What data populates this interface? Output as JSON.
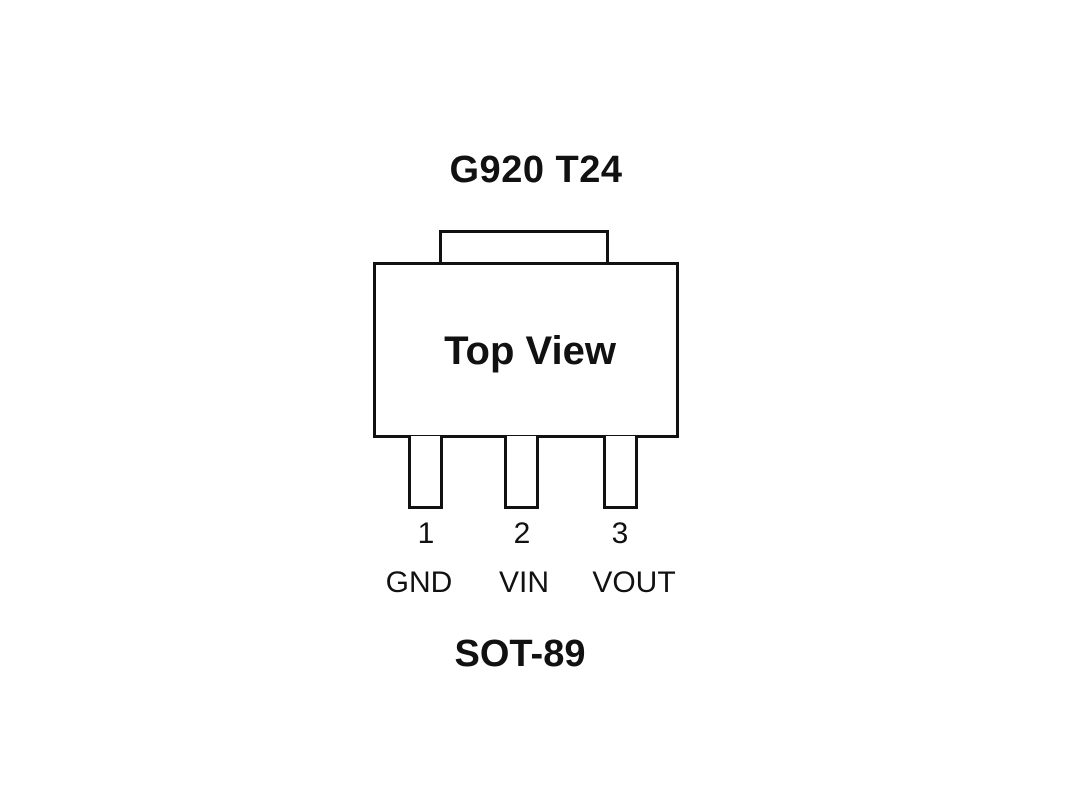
{
  "part_marking": "G920 T24",
  "view_label": "Top View",
  "package": "SOT-89",
  "pins": [
    {
      "number": "1",
      "name": "GND"
    },
    {
      "number": "2",
      "name": "VIN"
    },
    {
      "number": "3",
      "name": "VOUT"
    }
  ],
  "colors": {
    "outline": "#111111",
    "background": "#ffffff"
  }
}
